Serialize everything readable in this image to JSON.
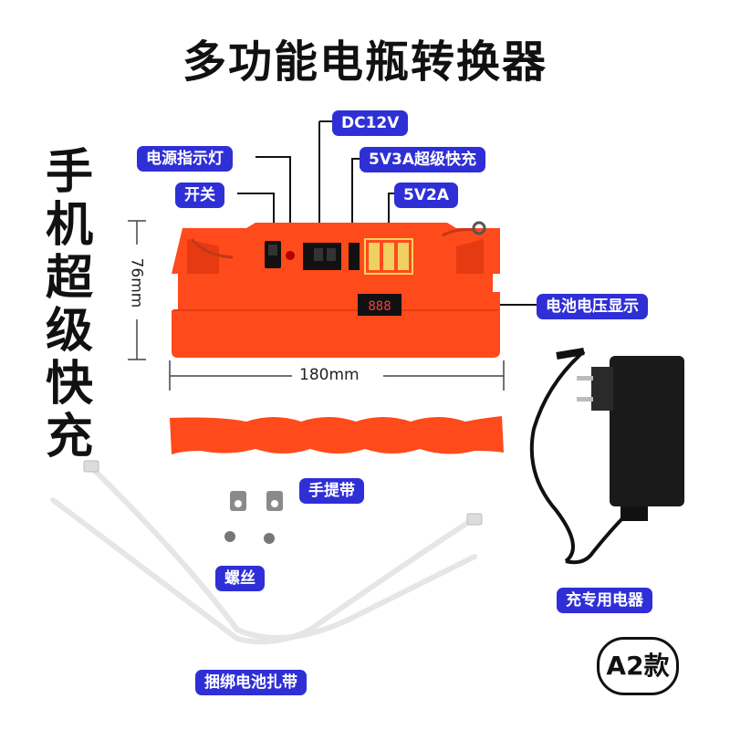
{
  "title": "多功能电瓶转换器",
  "side_title": "手机超级快充",
  "labels": {
    "dc12v": "DC12V",
    "power_indicator": "电源指示灯",
    "fast_charge_5v3a": "5V3A超级快充",
    "switch": "开关",
    "usb_5v2a": "5V2A",
    "voltage_display": "电池电压显示",
    "handle_strap": "手提带",
    "screws": "螺丝",
    "charger": "充专用电器",
    "zip_ties": "捆绑电池扎带"
  },
  "dimensions": {
    "height": "76mm",
    "width": "180mm"
  },
  "badge": "A2款",
  "colors": {
    "label_bg": "#2f2fd6",
    "device_orange": "#ff4a1c"
  }
}
